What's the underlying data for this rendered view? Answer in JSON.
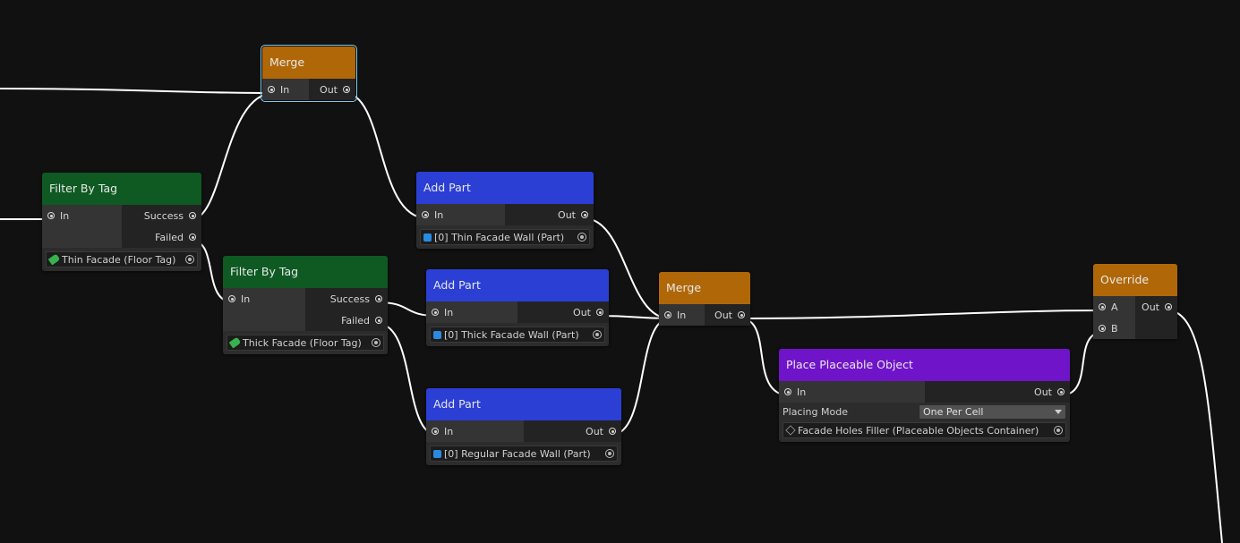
{
  "nodes": {
    "merge_top": {
      "title": "Merge",
      "in": "In",
      "out": "Out"
    },
    "filter1": {
      "title": "Filter By Tag",
      "in": "In",
      "success": "Success",
      "failed": "Failed",
      "field": "Thin Facade (Floor Tag)"
    },
    "filter2": {
      "title": "Filter By Tag",
      "in": "In",
      "success": "Success",
      "failed": "Failed",
      "field": "Thick Facade (Floor Tag)"
    },
    "add1": {
      "title": "Add Part",
      "in": "In",
      "out": "Out",
      "field": "[0] Thin Facade Wall (Part)"
    },
    "add2": {
      "title": "Add Part",
      "in": "In",
      "out": "Out",
      "field": "[0] Thick Facade Wall (Part)"
    },
    "add3": {
      "title": "Add Part",
      "in": "In",
      "out": "Out",
      "field": "[0] Regular Facade Wall (Part)"
    },
    "merge_mid": {
      "title": "Merge",
      "in": "In",
      "out": "Out"
    },
    "place": {
      "title": "Place Placeable Object",
      "in": "In",
      "out": "Out",
      "mode_label": "Placing Mode",
      "mode_value": "One Per Cell",
      "field": "Facade Holes Filler (Placeable Objects Container)"
    },
    "override": {
      "title": "Override",
      "a": "A",
      "b": "B",
      "out": "Out"
    }
  },
  "colors": {
    "background": "#111111",
    "filter_header": "#0e5a22",
    "add_part_header": "#2b3fd4",
    "merge_header": "#b06708",
    "place_header": "#6f14c9",
    "selection": "#7fc9f2",
    "wire": "#ffffff"
  }
}
